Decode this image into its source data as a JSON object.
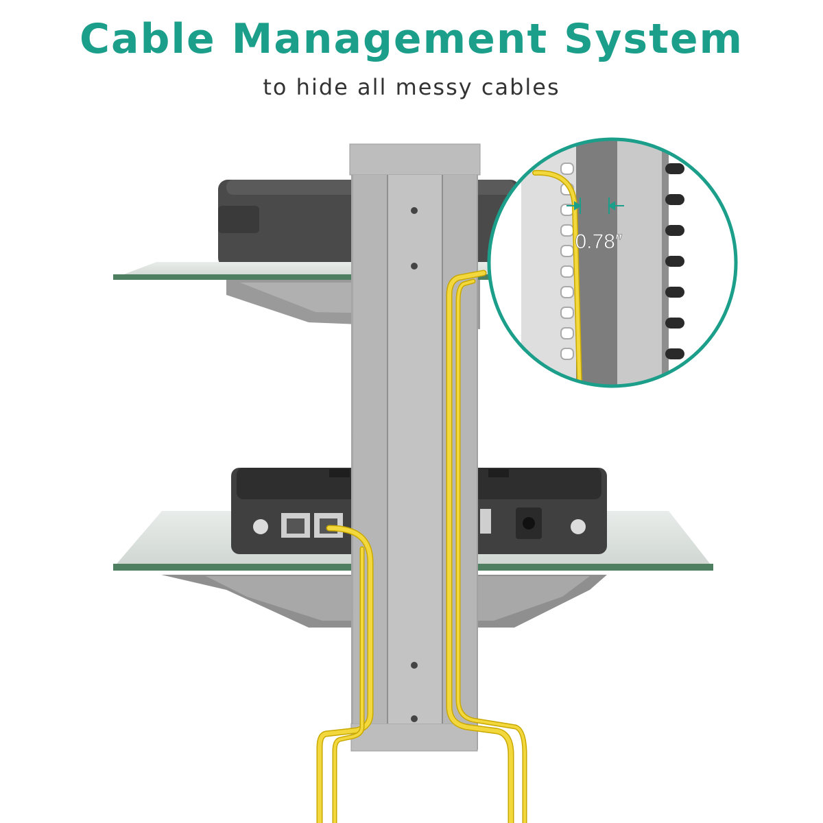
{
  "header": {
    "title": "Cable Management System",
    "subtitle": "to hide all messy cables"
  },
  "detail": {
    "measurement": "0.78″"
  },
  "colors": {
    "accent": "#1b9e8a",
    "cable": "#f0d43a",
    "post": "#b4b4b4",
    "device": "#3c3c3c",
    "glass_edge": "#4f7f61"
  }
}
